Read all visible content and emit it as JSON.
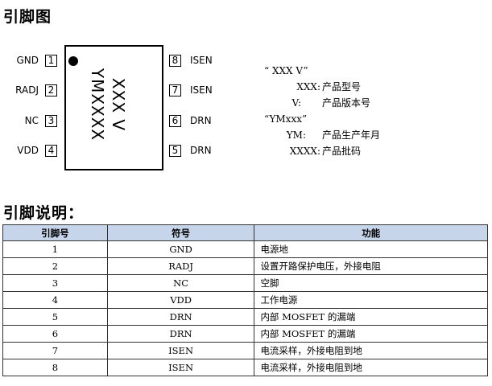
{
  "section1_title": "引脚图",
  "section2_title": "引脚说明：",
  "chip": {
    "marking_line1": "XXX V",
    "marking_line2": "YMXXXX",
    "pins_left": [
      {
        "num": "1",
        "label": "GND"
      },
      {
        "num": "2",
        "label": "RADJ"
      },
      {
        "num": "3",
        "label": "NC"
      },
      {
        "num": "4",
        "label": "VDD"
      }
    ],
    "pins_right": [
      {
        "num": "8",
        "label": "ISEN"
      },
      {
        "num": "7",
        "label": "ISEN"
      },
      {
        "num": "6",
        "label": "DRN"
      },
      {
        "num": "5",
        "label": "DRN"
      }
    ]
  },
  "legend": {
    "line1": "“ XXX V”",
    "line2_key": "XXX:",
    "line2_val": "产品型号",
    "line3_key": "V:",
    "line3_val": "产品版本号",
    "line4": "“YMxxx”",
    "line5_key": "YM:",
    "line5_val": "产品生产年月",
    "line6_key": "XXXX:",
    "line6_val": "产品批码"
  },
  "table": {
    "headers": [
      "引脚号",
      "符号",
      "功能"
    ],
    "rows": [
      [
        "1",
        "GND",
        "电源地"
      ],
      [
        "2",
        "RADJ",
        "设置开路保护电压，外接电阻"
      ],
      [
        "3",
        "NC",
        "空脚"
      ],
      [
        "4",
        "VDD",
        "工作电源"
      ],
      [
        "5",
        "DRN",
        "内部 MOSFET 的漏端"
      ],
      [
        "6",
        "DRN",
        "内部 MOSFET 的漏端"
      ],
      [
        "7",
        "ISEN",
        "电流采样，外接电阻到地"
      ],
      [
        "8",
        "ISEN",
        "电流采样，外接电阻到地"
      ]
    ]
  }
}
